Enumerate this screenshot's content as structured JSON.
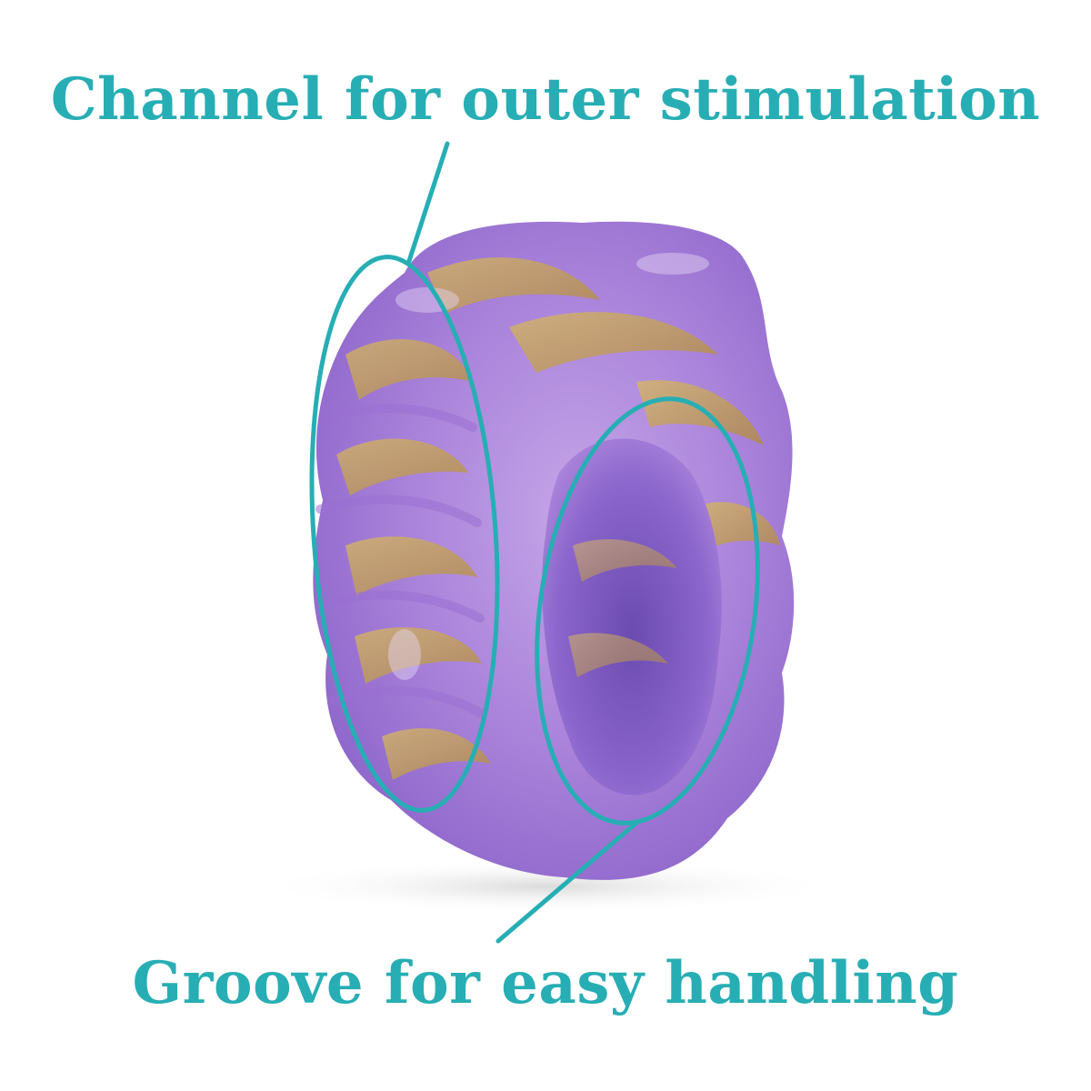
{
  "annotations": {
    "top_label": "Channel for outer stimulation",
    "bottom_label": "Groove for easy handling"
  },
  "colors": {
    "annotation": "#27aeb4",
    "product_base": "#a77fd8",
    "product_gold": "#c8a54a",
    "background": "#ffffff"
  },
  "product": {
    "description_icon": "textured-silicone-object"
  }
}
